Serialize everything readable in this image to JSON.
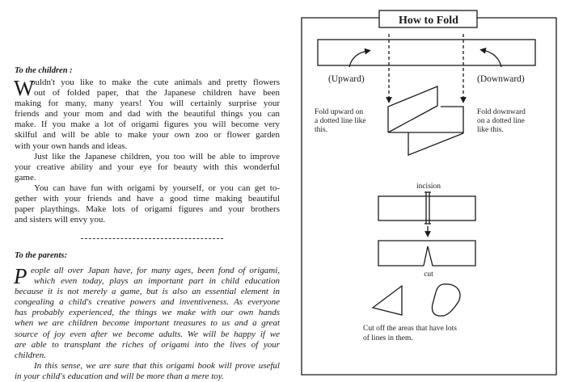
{
  "children": {
    "heading": "To the children :",
    "drop_cap": "W",
    "lines": [
      {
        "t": "ouldn't you like to make the cute animals and pretty flowers",
        "k": "cap"
      },
      {
        "t": "out of folded paper, that the Japanese children have been",
        "k": "ind"
      },
      {
        "t": "making for many, many years!  You will certainly surprise your",
        "k": ""
      },
      {
        "t": "friends and your mom and dad with the beautiful things you can",
        "k": ""
      },
      {
        "t": "make.  If you make a lot of origami figures you will become very",
        "k": ""
      },
      {
        "t": "skilful and will be able to make your own zoo or flower garden",
        "k": ""
      },
      {
        "t": "with your own hands and ideas.",
        "k": "end"
      },
      {
        "t": "Just like the Japanese children, you too will be able to improve",
        "k": "ind"
      },
      {
        "t": "your creative ability and your eye for beauty with this wonderful",
        "k": ""
      },
      {
        "t": "game.",
        "k": "end"
      },
      {
        "t": "You can have fun with origami by yourself, or you can get to-",
        "k": "ind"
      },
      {
        "t": "gether with your friends and have a good time making beautiful",
        "k": ""
      },
      {
        "t": "paper playthings.  Make lots of origami figures and your brothers",
        "k": ""
      },
      {
        "t": "and sisters will envy you.",
        "k": "end"
      }
    ]
  },
  "parents": {
    "heading": "To the parents:",
    "drop_cap": "P",
    "lines": [
      {
        "t": "eople all over Japan have, for many ages, been fond of origami,",
        "k": "cap"
      },
      {
        "t": "which even today, plays an important part in child education",
        "k": "ind"
      },
      {
        "t": "because it is not merely a game, but is also an essential element in",
        "k": ""
      },
      {
        "t": "congealing a child's creative powers and inventiveness.  As everyone",
        "k": ""
      },
      {
        "t": "has probably experienced, the things we make with our own hands",
        "k": ""
      },
      {
        "t": "when we are children become important treasures to us and a great",
        "k": ""
      },
      {
        "t": "source of joy even after we become adults.  We will be happy if we",
        "k": ""
      },
      {
        "t": "are able to transplant the riches of origami into the lives of your",
        "k": ""
      },
      {
        "t": "children.",
        "k": "end"
      },
      {
        "t": "In this sense, we are sure that this origami book will prove useful",
        "k": "ind"
      },
      {
        "t": "in your child's education and will be more than a mere toy.",
        "k": "end"
      }
    ]
  },
  "diagram": {
    "title": "How to Fold",
    "upward": "(Upward)",
    "downward": "(Downward)",
    "upward_note": [
      "Fold upward on",
      "a dotted line like",
      "this."
    ],
    "downward_note": [
      "Fold downward",
      "on a dotted line",
      "like this."
    ],
    "incision": "incision",
    "cut": "cut",
    "cutoff_note": [
      "Cut off the areas that have lots",
      "of lines in them."
    ]
  }
}
